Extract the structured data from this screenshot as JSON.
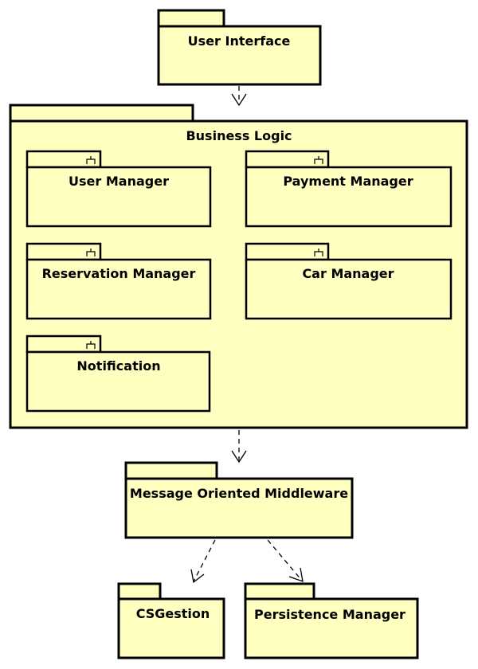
{
  "diagram": {
    "colors": {
      "package_fill": "#ffffc0",
      "stroke": "#000000",
      "background": "#ffffff"
    },
    "packages": {
      "user_interface": "User Interface",
      "business_logic": "Business Logic",
      "mom": "Message Oriented Middleware",
      "csgestion": "CSGestion",
      "persistence": "Persistence Manager"
    },
    "subsystems": {
      "user_manager": "User Manager",
      "payment_manager": "Payment Manager",
      "reservation_manager": "Reservation Manager",
      "car_manager": "Car Manager",
      "notification": "Notification"
    },
    "dependencies": [
      {
        "from": "User Interface",
        "to": "Business Logic"
      },
      {
        "from": "Business Logic",
        "to": "Message Oriented Middleware"
      },
      {
        "from": "Message Oriented Middleware",
        "to": "CSGestion"
      },
      {
        "from": "Message Oriented Middleware",
        "to": "Persistence Manager"
      }
    ]
  }
}
